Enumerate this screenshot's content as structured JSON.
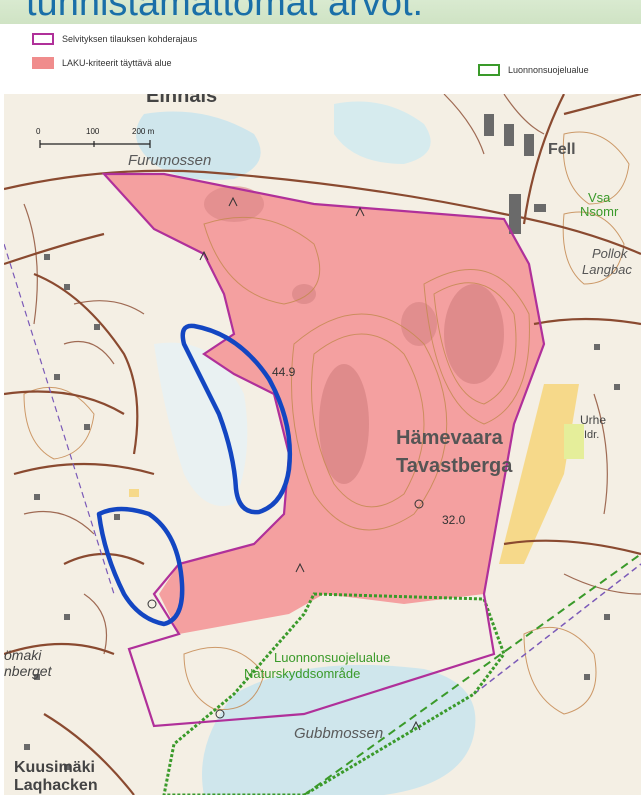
{
  "title": "tunnistamattomat arvot.",
  "legend": {
    "items": [
      {
        "label": "Selvityksen tilauksen kohderajaus",
        "swatch": "outline",
        "color": "#b0309a"
      },
      {
        "label": "LAKU-kriteerit täyttävä alue",
        "swatch": "fill",
        "color": "#f08c8c"
      },
      {
        "label": "Luonnonsuojelualue",
        "swatch": "outline",
        "color": "#3a9a2a"
      }
    ]
  },
  "map": {
    "colors": {
      "background": "#f4efe4",
      "water": "#cfe6ec",
      "laku_fill": "#f4a0a0",
      "laku_dark": "#d98686",
      "boundary": "#b0309a",
      "nature_reserve": "#3a9a2a",
      "blue_outline": "#1346c2",
      "roads": "#8a4a30",
      "contours": "#c58a52",
      "buildings": "#6a6a6a",
      "field": "#f6d98a"
    },
    "scale": {
      "labels": [
        "0",
        "100",
        "200 m"
      ]
    },
    "labels": {
      "einnais": "Einnais",
      "furumossen": "Furumossen",
      "hamevaara": "Hämevaara",
      "tavastberga": "Tavastberga",
      "elev_44": "44.9",
      "elev_32": "32.0",
      "luonnonsuojelualue": "Luonnonsuojelualue",
      "naturskyddsomrade": "Naturskyddsområde",
      "gubbmossen": "Gubbmossen",
      "maki_left": "ömaki",
      "berget_left": "nberget",
      "kuusimaki": "Kuusimäki",
      "laguback": "Laqhacken",
      "urhe": "Urhe",
      "idrotts": "Idr.",
      "vasa": "Vsa",
      "nsomr": "Nsomr",
      "pollok": "Pollok",
      "langbac": "Langbac",
      "fell": "Fell"
    }
  }
}
